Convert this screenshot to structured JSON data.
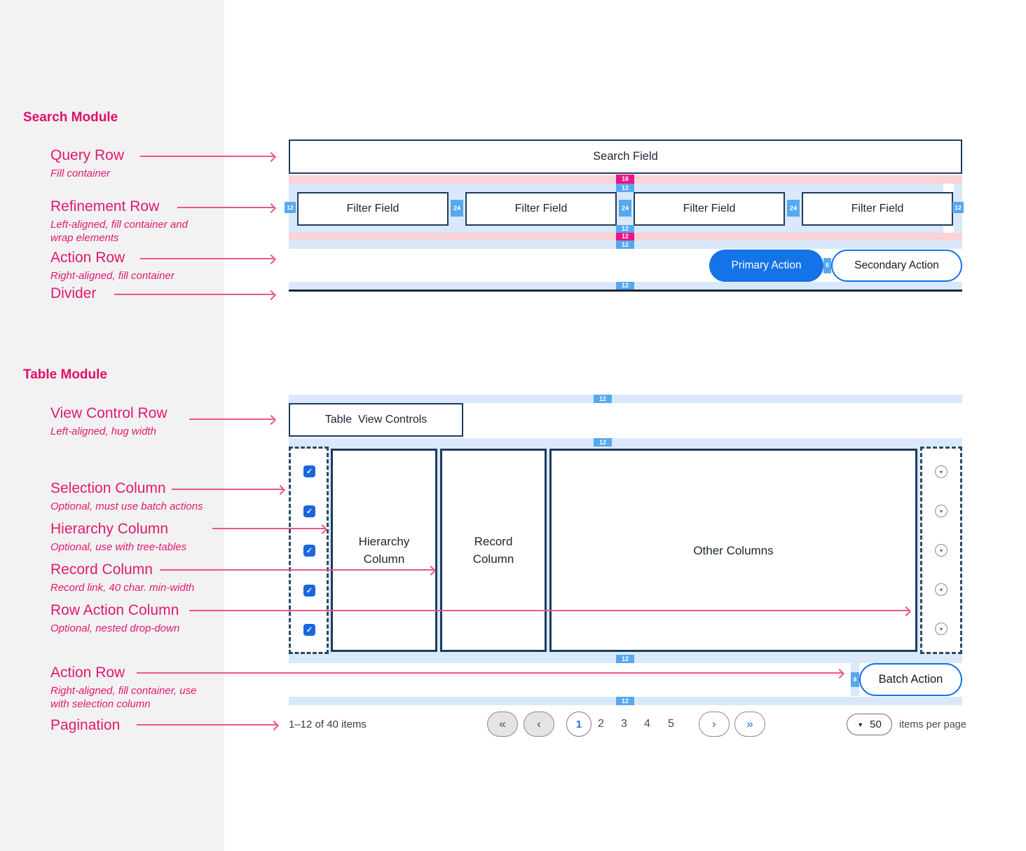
{
  "colors": {
    "label_pink": "#e0196f",
    "arrow_pink": "#e8568f",
    "badge_blue": "#58a8f0",
    "badge_magenta": "#ed1486",
    "strip_blue": "#d9e9fb",
    "strip_pink": "#fbd3d6",
    "border_navy": "#1e3c5c",
    "primary_blue": "#1473e6",
    "checkbox_blue": "#1b66e0",
    "page_active_blue": "#1a73e8"
  },
  "sidebar": {
    "search_heading": "Search Module",
    "table_heading": "Table Module",
    "labels": {
      "query_row": {
        "title": "Query Row",
        "note": "Fill container"
      },
      "refinement_row": {
        "title": "Refinement Row",
        "note": "Left-aligned, fill container and wrap elements"
      },
      "action_row_search": {
        "title": "Action Row",
        "note": "Right-aligned, fill container"
      },
      "divider": {
        "title": "Divider"
      },
      "view_control_row": {
        "title": "View Control Row",
        "note": "Left-aligned, hug width"
      },
      "selection_column": {
        "title": "Selection Column",
        "note": "Optional, must use batch actions"
      },
      "hierarchy_column": {
        "title": "Hierarchy Column",
        "note": "Optional, use with tree-tables"
      },
      "record_column": {
        "title": "Record Column",
        "note": "Record link, 40 char. min-width"
      },
      "row_action_column": {
        "title": "Row Action Column",
        "note": "Optional, nested drop-down"
      },
      "action_row_table": {
        "title": "Action Row",
        "note": "Right-aligned, fill container, use with selection column"
      },
      "pagination": {
        "title": "Pagination"
      }
    }
  },
  "spacing": {
    "s16": "16",
    "s12": "12",
    "s24": "24",
    "s8": "8"
  },
  "search_module": {
    "search_field": "Search Field",
    "filter_fields": [
      "Filter Field",
      "Filter Field",
      "Filter Field",
      "Filter Field"
    ],
    "primary_action": "Primary Action",
    "secondary_action": "Secondary Action"
  },
  "table_module": {
    "view_controls": "Table  View Controls",
    "columns": {
      "hierarchy": "Hierarchy Column",
      "record": "Record Column",
      "other": "Other Columns"
    },
    "batch_action": "Batch Action",
    "row_count": 5
  },
  "pagination": {
    "summary": "1–12 of 40 items",
    "pages": [
      "1",
      "2",
      "3",
      "4",
      "5"
    ],
    "items_per_page_value": "50",
    "items_per_page_label": "items per page"
  },
  "icons": {
    "first": "«",
    "prev": "‹",
    "next": "›",
    "last": "»",
    "check": "✓",
    "caret_down_small": "▾",
    "dropdown_caret": "▼"
  }
}
